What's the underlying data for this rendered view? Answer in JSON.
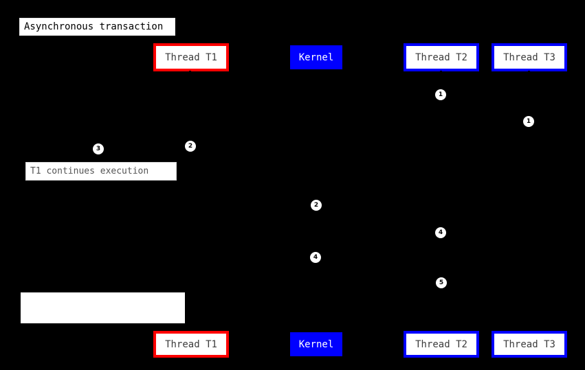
{
  "diagram": {
    "kind": "sequence-diagram",
    "title": "Asynchronous transaction",
    "background_color": "#000000",
    "colors": {
      "red_accent": "#ff0000",
      "blue_accent": "#0000ff",
      "box_fill": "#ffffff",
      "note_text": "#555555",
      "participant_text": "#3b3b3b",
      "kernel_text": "#ffffff"
    }
  },
  "participants_top": [
    {
      "label": "Thread T1",
      "style": "red-outline"
    },
    {
      "label": "Kernel",
      "style": "blue-solid"
    },
    {
      "label": "Thread T2",
      "style": "blue-outline"
    },
    {
      "label": "Thread T3",
      "style": "blue-outline"
    }
  ],
  "participants_bottom": [
    {
      "label": "Thread T1",
      "style": "red-outline"
    },
    {
      "label": "Kernel",
      "style": "blue-solid"
    },
    {
      "label": "Thread T2",
      "style": "blue-outline"
    },
    {
      "label": "Thread T3",
      "style": "blue-outline"
    }
  ],
  "notes": [
    {
      "label": "T1 continues execution"
    },
    {
      "label": ""
    }
  ],
  "steps": [
    {
      "number": "1"
    },
    {
      "number": "1"
    },
    {
      "number": "3"
    },
    {
      "number": "2"
    },
    {
      "number": "2"
    },
    {
      "number": "4"
    },
    {
      "number": "4"
    },
    {
      "number": "5"
    }
  ]
}
